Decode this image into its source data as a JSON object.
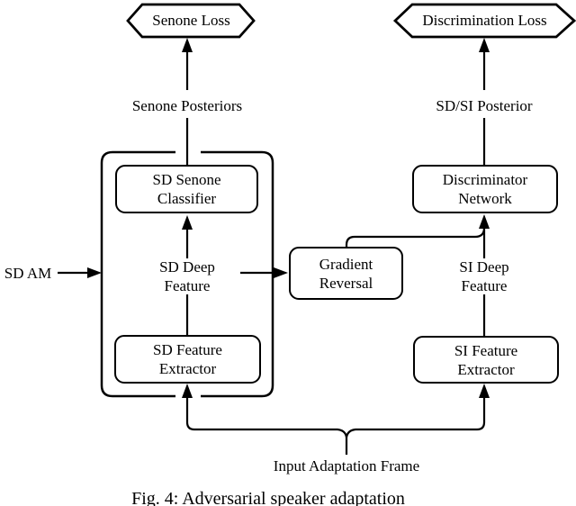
{
  "figure": {
    "loss_nodes": {
      "senone_loss": "Senone Loss",
      "discrimination_loss": "Discrimination Loss"
    },
    "edge_labels": {
      "senone_posteriors": "Senone Posteriors",
      "sd_si_posterior": "SD/SI Posterior",
      "sd_deep_feature": "SD Deep\nFeature",
      "si_deep_feature": "SI Deep\nFeature",
      "sd_am": "SD AM",
      "input_adaptation_frame": "Input Adaptation Frame"
    },
    "blocks": {
      "sd_senone_classifier": "SD Senone\nClassifier",
      "discriminator_network": "Discriminator\nNetwork",
      "gradient_reversal": "Gradient\nReversal",
      "sd_feature_extractor": "SD Feature\nExtractor",
      "si_feature_extractor": "SI Feature\nExtractor"
    },
    "caption": "Fig. 4: Adversarial speaker adaptation",
    "colors": {
      "ink": "#000000",
      "paper": "#ffffff"
    }
  }
}
